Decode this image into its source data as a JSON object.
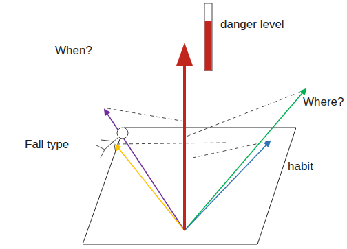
{
  "diagram": {
    "labels": [
      "danger level",
      "When?",
      "Where?",
      "Fall type",
      "habit"
    ]
  }
}
